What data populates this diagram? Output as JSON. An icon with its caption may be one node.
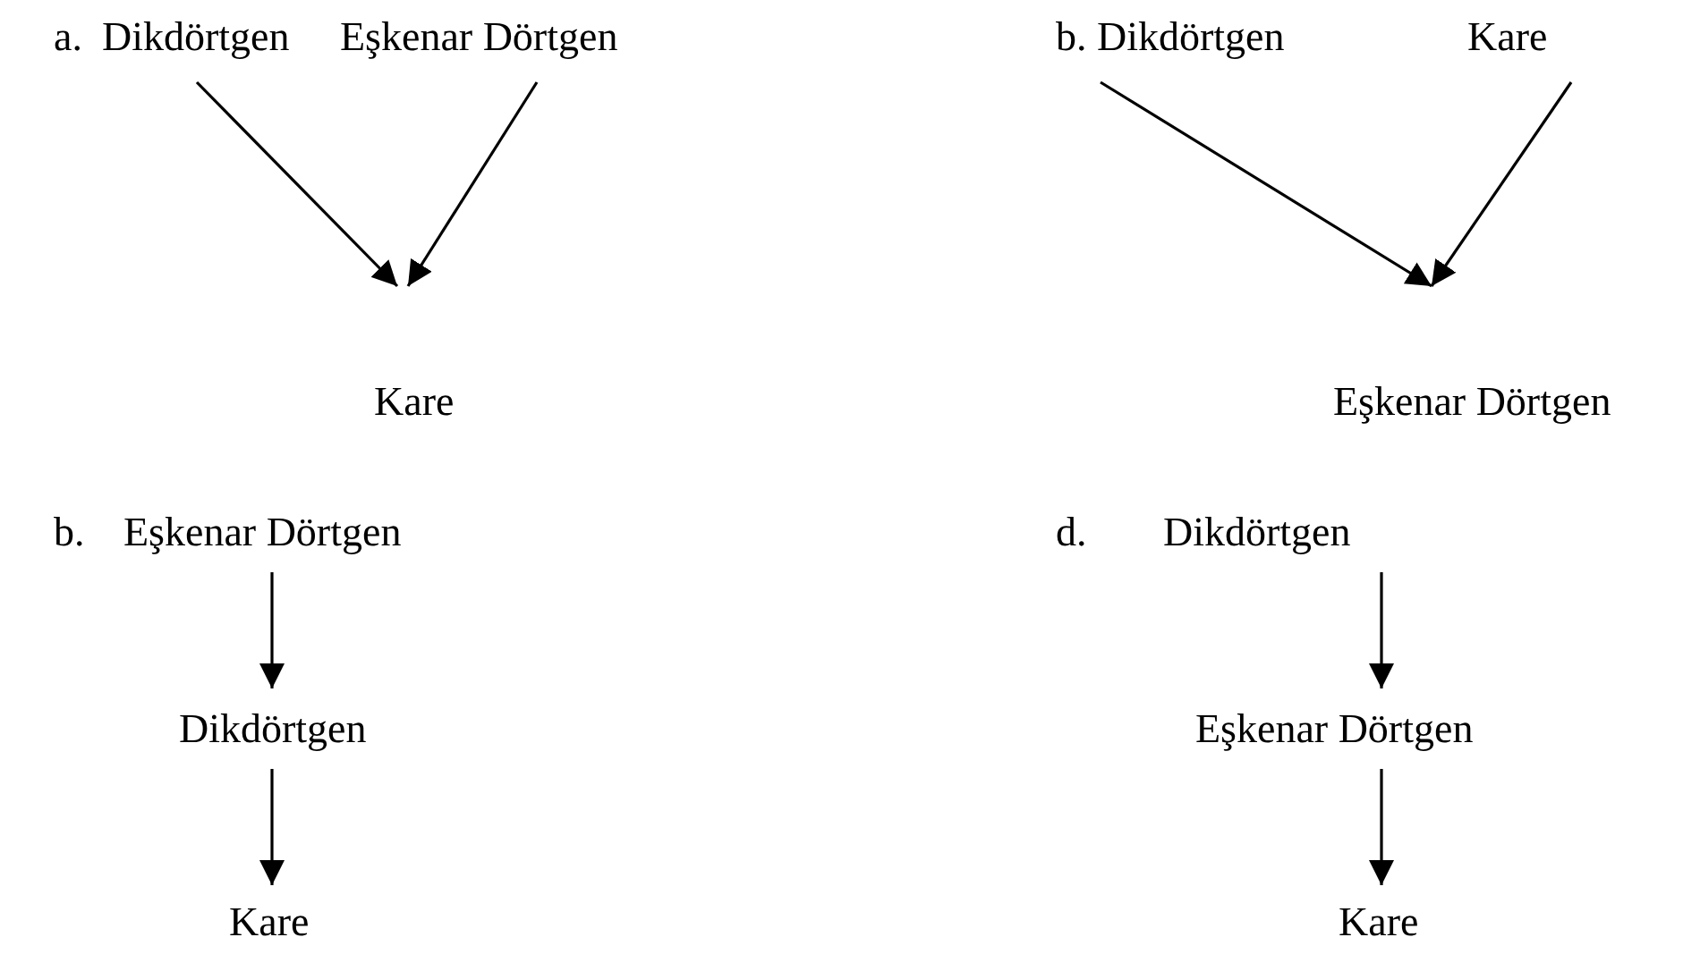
{
  "diagram": {
    "nodes": [
      {
        "text": [
          "Dikdörtgen"
        ]
      },
      {
        "text": [
          "Eşkenar Dörtgen"
        ]
      },
      {
        "text": [
          "Kare"
        ]
      },
      {
        "text": [
          "Dikdörtgen"
        ]
      },
      {
        "text": [
          "Kare"
        ]
      },
      {
        "text": [
          "Eşkenar Dörtgen"
        ]
      },
      {
        "text": [
          "Eşkenar Dörtgen"
        ]
      },
      {
        "text": [
          "Dikdörtgen"
        ]
      },
      {
        "text": [
          "Kare"
        ]
      },
      {
        "text": [
          "Dikdörtgen"
        ]
      },
      {
        "text": [
          "Eşkenar Dörtgen"
        ]
      },
      {
        "text": [
          "Kare"
        ]
      }
    ],
    "edges": [
      {
        "from": 0,
        "to": 2,
        "arrow": "to"
      },
      {
        "from": 1,
        "to": 2,
        "arrow": "to"
      },
      {
        "from": 3,
        "to": 5,
        "arrow": "to"
      },
      {
        "from": 4,
        "to": 5,
        "arrow": "to"
      },
      {
        "from": 6,
        "to": 7,
        "arrow": "to"
      },
      {
        "from": 7,
        "to": 8,
        "arrow": "to"
      },
      {
        "from": 9,
        "to": 10,
        "arrow": "to"
      },
      {
        "from": 10,
        "to": 11,
        "arrow": "to"
      }
    ],
    "labels": [
      "a.",
      "b.",
      "b.",
      "d."
    ]
  }
}
